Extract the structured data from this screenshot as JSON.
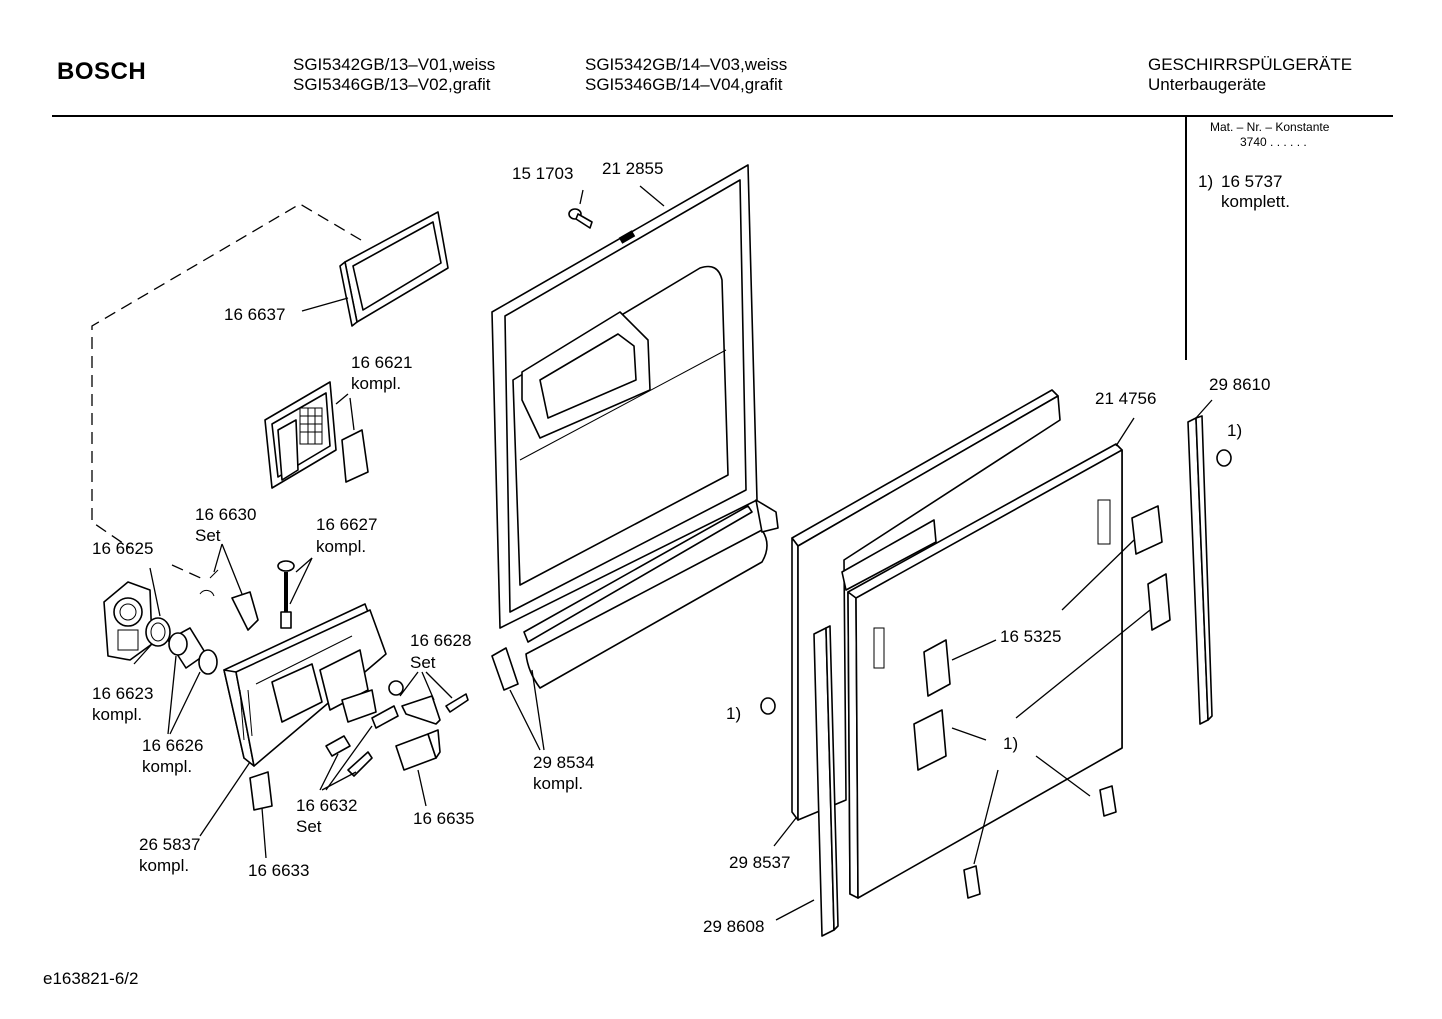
{
  "header": {
    "brand": "BOSCH",
    "models": [
      "SGI5342GB/13–V01,weiss",
      "SGI5346GB/13–V02,grafit",
      "SGI5342GB/14–V03,weiss",
      "SGI5346GB/14–V04,grafit"
    ],
    "category": "GESCHIRRSPÜLGERÄTE",
    "subcategory": "Unterbaugeräte"
  },
  "side_note": {
    "mat_label": "Mat. – Nr. – Konstante",
    "mat_value": "3740  .  .  .  .  .  .",
    "footnote_ref": "1)",
    "footnote_part": "16 5737",
    "footnote_text": "komplett."
  },
  "parts": [
    {
      "number": "15 1703",
      "note": ""
    },
    {
      "number": "21 2855",
      "note": ""
    },
    {
      "number": "16 6637",
      "note": ""
    },
    {
      "number": "16 6621",
      "note": "kompl."
    },
    {
      "number": "16 6630",
      "note": "Set"
    },
    {
      "number": "16 6627",
      "note": "kompl."
    },
    {
      "number": "16 6625",
      "note": ""
    },
    {
      "number": "16 6628",
      "note": "Set"
    },
    {
      "number": "16 6623",
      "note": "kompl."
    },
    {
      "number": "16 6626",
      "note": "kompl."
    },
    {
      "number": "16 6632",
      "note": "Set"
    },
    {
      "number": "16 6635",
      "note": ""
    },
    {
      "number": "26 5837",
      "note": "kompl."
    },
    {
      "number": "16 6633",
      "note": ""
    },
    {
      "number": "29 8534",
      "note": "kompl."
    },
    {
      "number": "21 4756",
      "note": ""
    },
    {
      "number": "29 8610",
      "note": ""
    },
    {
      "number": "16 5325",
      "note": ""
    },
    {
      "number": "29 8537",
      "note": ""
    },
    {
      "number": "29 8608",
      "note": ""
    }
  ],
  "refs": {
    "one": "1)"
  },
  "footer": {
    "drawing_id": "e163821-6/2"
  }
}
